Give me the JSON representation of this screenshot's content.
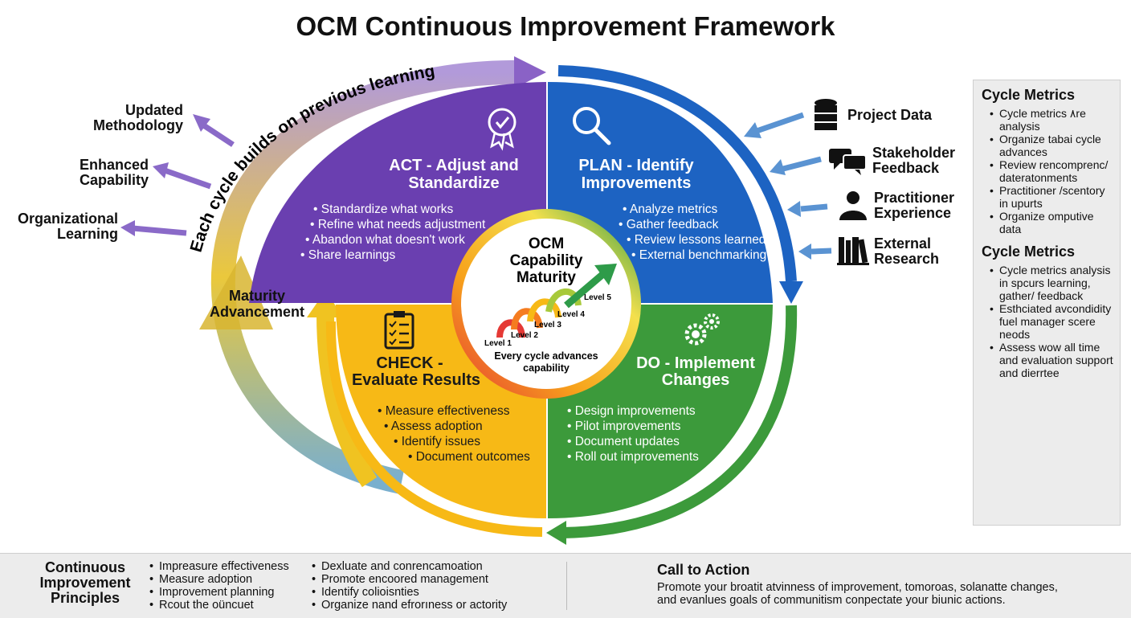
{
  "title": "OCM Continuous Improvement Framework",
  "arc_label": "Each cycle builds on previous learning",
  "outcomes": [
    "Updated\nMethodology",
    "Enhanced\nCapability",
    "Organizational\nLearning"
  ],
  "maturity_label": "Maturity\nAdvancement",
  "segments": {
    "act": {
      "title_1": "ACT - Adjust and",
      "title_2": "Standardize",
      "color": "#6a3fb0",
      "bullets": [
        "• Standardize what works",
        "• Refine what needs adjustment",
        "• Abandon what doesn't work",
        "• Share learnings"
      ]
    },
    "plan": {
      "title_1": "PLAN - Identify",
      "title_2": "Improvements",
      "color": "#1d63c2",
      "bullets": [
        "• Analyze metrics",
        "• Gather feedback",
        "• Review lessons learned",
        "• External benchmarking"
      ]
    },
    "check": {
      "title_1": "CHECK -",
      "title_2": "Evaluate Results",
      "color": "#f7b916",
      "bullets": [
        "• Measure effectiveness",
        "• Assess adoption",
        "• Identify issues",
        "• Document outcomes"
      ]
    },
    "do": {
      "title_1": "DO - Implement",
      "title_2": "Changes",
      "color": "#3c9a3b",
      "bullets": [
        "• Design improvements",
        "• Pilot improvements",
        "• Document updates",
        "• Roll out improvements"
      ]
    }
  },
  "center": {
    "title_1": "OCM",
    "title_2": "Capability",
    "title_3": "Maturity",
    "levels": [
      "Level 1",
      "Level 2",
      "Level 3",
      "Level 4",
      "Level 5"
    ],
    "caption_1": "Every cycle advances",
    "caption_2": "capability"
  },
  "inputs": [
    {
      "label": "Project Data",
      "icon": "database-icon"
    },
    {
      "label": "Stakeholder\nFeedback",
      "icon": "chat-bubbles-icon"
    },
    {
      "label": "Practitioner\nExperience",
      "icon": "person-icon"
    },
    {
      "label": "External\nResearch",
      "icon": "books-icon"
    }
  ],
  "panel": {
    "heading_1": "Cycle Metrics",
    "items_1": [
      "Cycle metrics ۸re analysis",
      "Organize tabai cycle advances",
      "Review rencomprenc/ dateratonments",
      "Practitioner /scentory in upurts",
      "Organize omputive data"
    ],
    "heading_2": "Cycle Metrics",
    "items_2": [
      "Cycle metrics analysis in spcurs learning, gather/ feedback",
      "Esthciated avcondidity fuel manager scere neods",
      "Assess wow all time and evaluation support and dierrtee"
    ]
  },
  "bottom": {
    "principles_title": "Continuous\nImprovement\nPrinciples",
    "col1": [
      "Impreasure effectiveness",
      "Measure adoption",
      "Improvement planning",
      "Rcout the oüncuet"
    ],
    "col2": [
      "Dexluate and conrencamoation",
      "Promote encoored management",
      "Identify colioisnties",
      "Organize nand efrorıness or actority"
    ],
    "cta_title": "Call to Action",
    "cta_text_1": "Promote your broatit atvinness of improvement, tomoroas, solanatte changes,",
    "cta_text_2": "and evanlues goals of communitism conpectate your biunic actions."
  }
}
